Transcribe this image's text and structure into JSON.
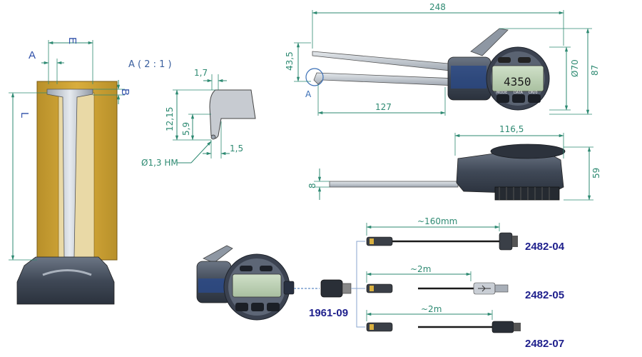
{
  "detail_labels": {
    "a": "A",
    "e": "E",
    "b": "B",
    "l": "L",
    "scale": "A ( 2 : 1 )"
  },
  "tip_dims": {
    "d17": "1,7",
    "d1215": "12,15",
    "d59": "5,9",
    "d15": "1,5",
    "tip": "Ø1,3 HM"
  },
  "top_view_dims": {
    "d248": "248",
    "d435": "43,5",
    "d127": "127",
    "d70": "Ø70",
    "d87": "87",
    "marker_a": "A"
  },
  "side_view_dims": {
    "d1165": "116,5",
    "d8": "8",
    "d59": "59"
  },
  "display": {
    "reading": "4350",
    "mode_btn": "MODE",
    "data_btn": "DATA",
    "set_btn": "ON/0"
  },
  "cables": {
    "adapter": "1961-09",
    "c1_len": "~160mm",
    "c1_part": "2482-04",
    "c2_len": "~2m",
    "c2_part": "2482-05",
    "c3_len": "~2m",
    "c3_part": "2482-07"
  },
  "colors": {
    "dimension": "#2e8a72",
    "bore": "#c9a033",
    "body": "#4a5568",
    "label_blue": "#1e1f8c"
  }
}
